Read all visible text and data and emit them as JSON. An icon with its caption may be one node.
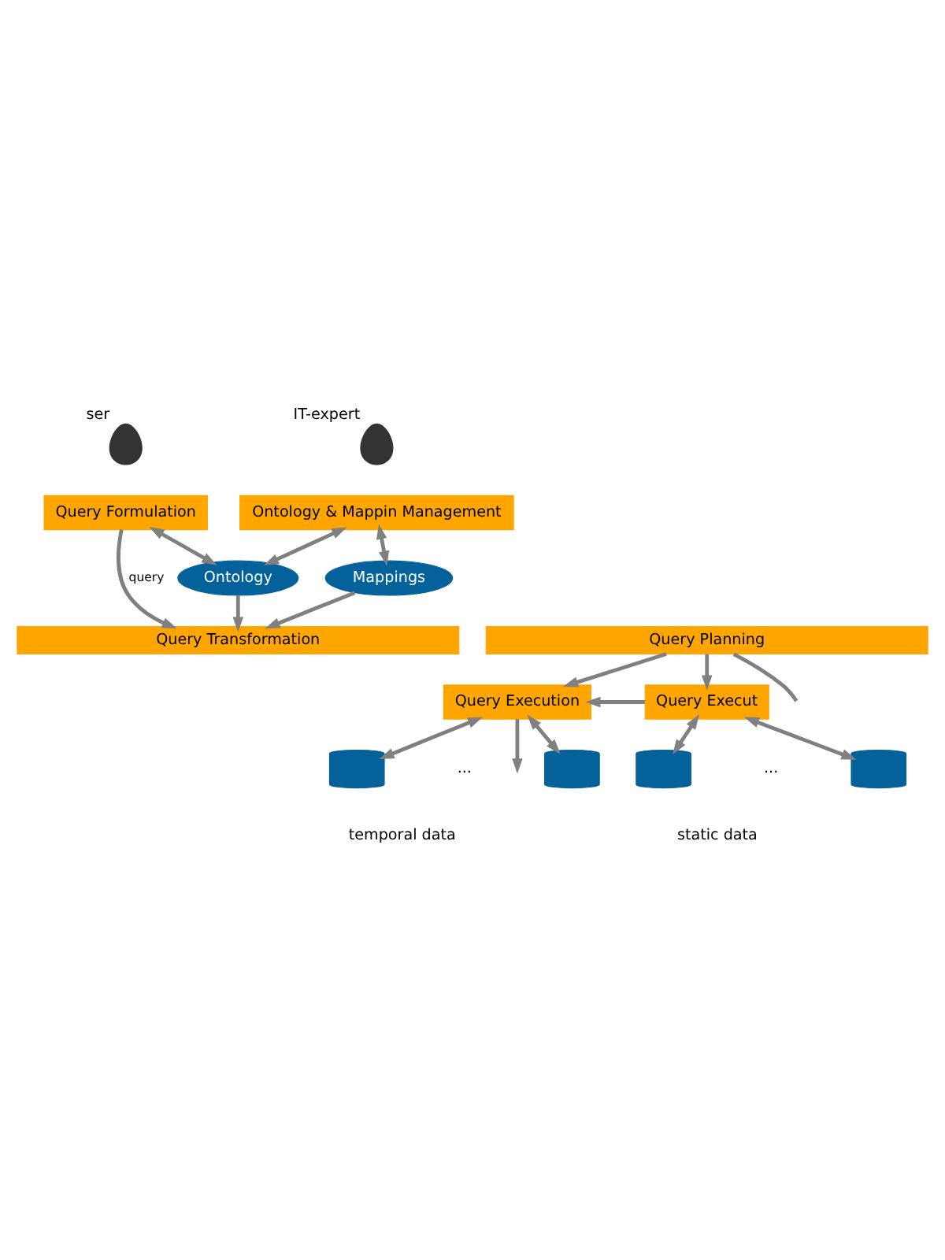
{
  "diagram": {
    "nodes": [
      {
        "text": [],
        "shape": "person",
        "beside": [
          "ser"
        ]
      },
      {
        "text": [],
        "shape": "person",
        "beside": [
          "IT-expert"
        ]
      },
      {
        "text": [
          "Query Formulation"
        ]
      },
      {
        "text": [
          "Ontology & Mappin Management"
        ]
      },
      {
        "text": [
          "Ontology"
        ]
      },
      {
        "text": [
          "Mappings"
        ]
      },
      {
        "text": [
          "Query Transformation"
        ]
      },
      {
        "text": [
          "Query Planning"
        ]
      },
      {
        "text": [
          "Query Execution"
        ]
      },
      {
        "text": [
          "Query Execut"
        ]
      },
      {
        "text": [],
        "shape": "cylinder"
      },
      {
        "text": [],
        "shape": "cylinder"
      },
      {
        "text": [],
        "shape": "cylinder"
      },
      {
        "text": [],
        "shape": "cylinder"
      }
    ],
    "edges": [
      {
        "from": 2,
        "to": 6,
        "arrow": "to",
        "label": "query"
      },
      {
        "from": 2,
        "to": 4,
        "arrow": "both"
      },
      {
        "from": 3,
        "to": 4,
        "arrow": "both"
      },
      {
        "from": 3,
        "to": 5,
        "arrow": "both"
      },
      {
        "from": 4,
        "to": 6,
        "arrow": "to"
      },
      {
        "from": 5,
        "to": 6,
        "arrow": "to"
      },
      {
        "from": 7,
        "to": null,
        "arrow": "none"
      },
      {
        "from": 7,
        "to": 8,
        "arrow": "to"
      },
      {
        "from": 7,
        "to": 9,
        "arrow": "to"
      },
      {
        "from": 9,
        "to": 8,
        "arrow": "to"
      },
      {
        "from": 8,
        "to": null,
        "arrow": "to"
      },
      {
        "from": 8,
        "to": 10,
        "arrow": "both"
      },
      {
        "from": 8,
        "to": 11,
        "arrow": "both"
      },
      {
        "from": 9,
        "to": 12,
        "arrow": "both"
      },
      {
        "from": 9,
        "to": 13,
        "arrow": "both"
      }
    ],
    "labels": [
      "...",
      "...",
      "temporal data",
      "static data"
    ]
  }
}
